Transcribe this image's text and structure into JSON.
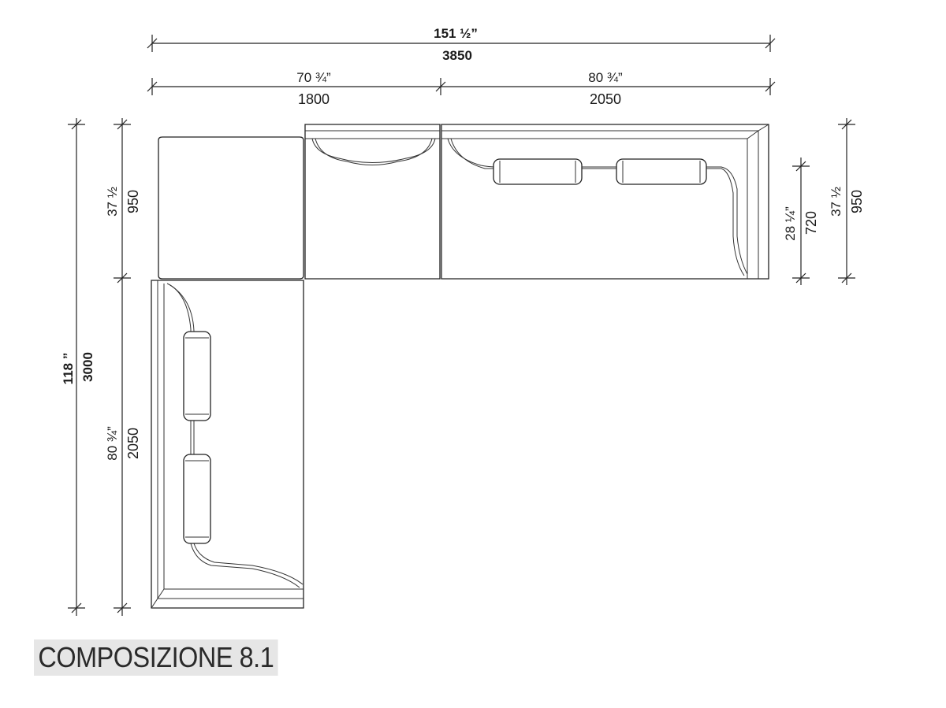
{
  "dimensions": {
    "total_width": {
      "inches": "151 ½”",
      "mm": "3850"
    },
    "left_width": {
      "inches": "70 ¾”",
      "mm": "1800"
    },
    "right_width": {
      "inches": "80 ¾”",
      "mm": "2050"
    },
    "total_depth": {
      "inches": "118 ”",
      "mm": "3000"
    },
    "left_upper_depth": {
      "inches": "37 ½",
      "mm": "950"
    },
    "left_lower_depth": {
      "inches": "80 ¾”",
      "mm": "2050"
    },
    "right_seat_depth": {
      "inches": "28 ¼”",
      "mm": "720"
    },
    "right_total_depth": {
      "inches": "37 ½",
      "mm": "950"
    }
  },
  "caption": "COMPOSIZIONE 8.1"
}
